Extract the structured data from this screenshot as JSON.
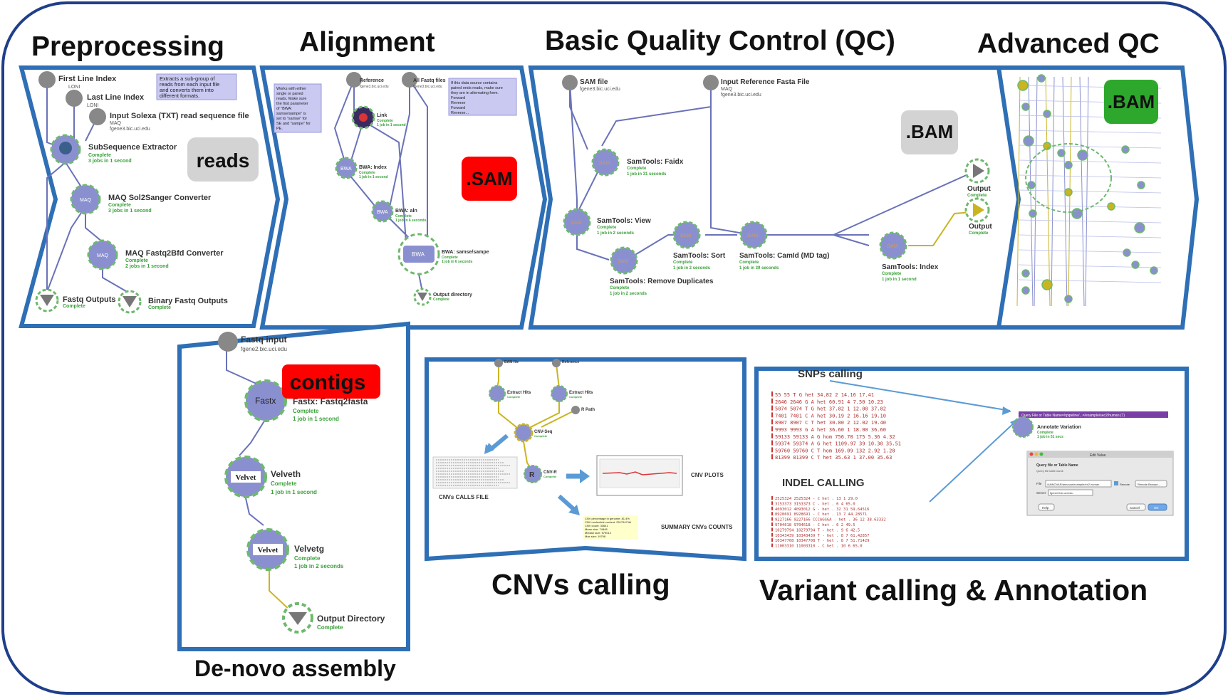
{
  "sections": {
    "preprocessing": "Preprocessing",
    "alignment": "Alignment",
    "basic_qc": "Basic Quality Control (QC)",
    "advanced_qc": "Advanced QC",
    "denovo": "De-novo assembly",
    "cnv": "CNVs calling",
    "variant": "Variant calling & Annotation"
  },
  "badges": {
    "reads": "reads",
    "sam": ".SAM",
    "bam_basic": ".BAM",
    "bam_adv": ".BAM",
    "contigs": "contigs"
  },
  "colors": {
    "frame": "#2e6fb5",
    "badge_gray": "#d3d3d3",
    "badge_red": "#ff0000",
    "badge_green": "#2da82d",
    "node": "#8a90cf",
    "wire": "#6a72b8"
  },
  "preprocessing": {
    "first_line": "First Line Index",
    "first_line_sub": "LONI",
    "last_line": "Last Line Index",
    "last_line_sub": "LONI",
    "input_solexa": "Input Solexa (TXT) read sequence file",
    "input_solexa_sub1": "MAQ",
    "input_solexa_sub2": "fgene3.bic.uci.edu",
    "note": [
      "Extracts a sub-group of",
      "reads from each input file",
      "and converts them into",
      "different formats."
    ],
    "subseq": "SubSequence Extractor",
    "subseq_status": "Complete",
    "subseq_jobs": "3 jobs in 1 second",
    "maq_sol": "MAQ Sol2Sanger Converter",
    "maq_sol_status": "Complete",
    "maq_sol_jobs": "3 jobs in 1 second",
    "maq_fastq": "MAQ Fastq2Bfd Converter",
    "maq_fastq_status": "Complete",
    "maq_fastq_jobs": "2 jobs in 1 second",
    "fastq_out": "Fastq Outputs",
    "fastq_out_status": "Complete",
    "bin_out": "Binary Fastq Outputs",
    "bin_out_status": "Complete",
    "maq_icon": "MAQ"
  },
  "alignment": {
    "reference": "Reference",
    "reference_sub": "fgene3.bic.uci.edu",
    "all_fastq": "All Fastq files",
    "all_fastq_sub": "fgene3.bic.uci.edu",
    "note_left": [
      "Works with either",
      "single or paired",
      "reads. Make sure",
      "the first parameter",
      "of \"BWA:",
      "samse/sampe\" is",
      "set to \"samse\" for",
      "SE and \"sampe\" for",
      "PE."
    ],
    "note_right": [
      "If this data source contains",
      "paired ends reads, make sure",
      "they are in alternating form.",
      "Forward",
      "Reverse",
      "Forward",
      "Reverse..."
    ],
    "link": "Link",
    "link_status": "Complete",
    "link_jobs": "1 job in 1 second",
    "bwa_index": "BWA: Index",
    "bwa_index_status": "Complete",
    "bwa_index_jobs": "1 job in 1 second",
    "bwa_aln": "BWA: aln",
    "bwa_aln_status": "Complete",
    "bwa_aln_jobs": "1 job in 6 seconds",
    "bwa_samse": "BWA: samse/sampe",
    "bwa_samse_status": "Complete",
    "bwa_samse_jobs": "1 job in 6 seconds",
    "output_dir": "Output directory",
    "output_dir_status": "Complete",
    "bwa_icon": "BWA"
  },
  "basic_qc": {
    "sam_file": "SAM file",
    "sam_file_sub": "fgene3.bic.uci.edu",
    "input_ref": "Input Reference Fasta File",
    "input_ref_sub1": "MAQ",
    "input_ref_sub2": "fgene3.bic.uci.edu",
    "faidx": "SamTools: Faidx",
    "faidx_status": "Complete",
    "faidx_jobs": "1 job in 31 seconds",
    "view": "SamTools: View",
    "view_status": "Complete",
    "view_jobs": "1 job in 2 seconds",
    "sort": "SamTools: Sort",
    "sort_status": "Complete",
    "sort_jobs": "1 job in 2 seconds",
    "remdup": "SamTools: Remove Duplicates",
    "remdup_status": "Complete",
    "remdup_jobs": "1 job in 2 seconds",
    "calmd": "SamTools: CamId (MD tag)",
    "calmd_status": "Complete",
    "calmd_jobs": "1 job in 39 seconds",
    "index": "SamTools: Index",
    "index_status": "Complete",
    "index_jobs": "1 job in 1 second",
    "output1": "Output",
    "output1_status": "Complete",
    "output2": "Output",
    "output2_status": "Complete",
    "sam_icon": "SAM"
  },
  "denovo": {
    "fastq_input": "Fastq input",
    "fastq_input_sub": "fgene2.bic.uci.edu",
    "fastx": "Fastx: Fastq2fasta",
    "fastx_status": "Complete",
    "fastx_jobs": "1 job in 1 second",
    "fastx_icon": "Fastx",
    "velveth": "Velveth",
    "velveth_status": "Complete",
    "velveth_jobs": "1 job in 1 second",
    "velvetg": "Velvetg",
    "velvetg_status": "Complete",
    "velvetg_jobs": "1 job in 2 seconds",
    "velvet_icon": "Velvet",
    "output_dir": "Output Directory",
    "output_dir_status": "Complete"
  },
  "cnv": {
    "bam_file": "BAM file",
    "reference": "Reference",
    "extract1": "Extract Hits",
    "extract2": "Extract Hits",
    "extract_status": "Complete",
    "rpath": "R Path",
    "cnvseq": "CNV-Seq",
    "cnvseq_status": "Complete",
    "cnvr": "CNV-R",
    "cnvr_status": "Complete",
    "calls_file": "CNVs CALLS FILE",
    "plots": "CNV PLOTS",
    "summary": "SUMMARY CNVs COUNTS",
    "summary_lines": [
      "CNV percentage in genome: 81.4%",
      "CNV nucleotide content: 25179471bl",
      "CNV count: 33641",
      "Mean size: 74848",
      "Median size: 579012",
      "Max size: 19798"
    ]
  },
  "variant": {
    "snps": "SNPs calling",
    "indel": "INDEL CALLING",
    "snp_rows": [
      "55 55 T G het 34.82 2 14.16 17.41",
      "2646 2646 G A het 60.91 4 7.50 10.23",
      "5074 5074 T G het 37.82 1 12.00 37.82",
      "7401 7401 C A het 30.19 2 16.16 19.10",
      "8907 8907 C T het 30.80 2 12.02 19.40",
      "9993 9993 G A het 36.60 1 18.00 36.60",
      "59133 59133 A G hom 756.78 175 5.36 4.32",
      "59374 59374 A G het 1109.97 39 10.30 35.51",
      "59760 59760 C T hom 169.09 132 2.92 1.28",
      "81399 81399 C T het 35.63 1 37.00 35.63"
    ],
    "indel_rows": [
      "2525324 2525324 - C het . 13 1 29.0",
      "3153373 3153373 C - het . 6 4 65.0",
      "4093012 4093012 G - het . 32 31 59.64516",
      "8928691 8928691 - C het . 13 7 44.28571",
      "9227166 9227166 CCCAGGGA - het . 36 12 38.63332",
      "9704618 9704618 - C het . 6 2 49.5",
      "10279794 10279794 T - het . 9 6 42.5",
      "10343439 10343439 T - het . 8 7 61.42857",
      "10347708 10347708 T - het . 8 7 51.71429",
      "11003310 11003310 - C het . 10 6 65.0"
    ],
    "annotate": "Annotate Variation",
    "annotate_status": "Complete",
    "annotate_jobs": "1 job in 51 secs",
    "module_header": "Query File or Table Name=/rpipeline/...=/example/sec2/human (7)",
    "dialog_title": "Edit Value",
    "dialog_field": "Query file or Table Name",
    "dialog_sub": "Query file table name",
    "file_label": "File",
    "file_value": "/ANNOVAR/annovar/example/ex2.human",
    "remote_label": "Remote",
    "browse_label": "Remote Browse...",
    "server_label": "Server",
    "server_value": "fgene3.bic.uci.edu",
    "help": "Help",
    "cancel": "Cancel",
    "ok": "OK"
  }
}
